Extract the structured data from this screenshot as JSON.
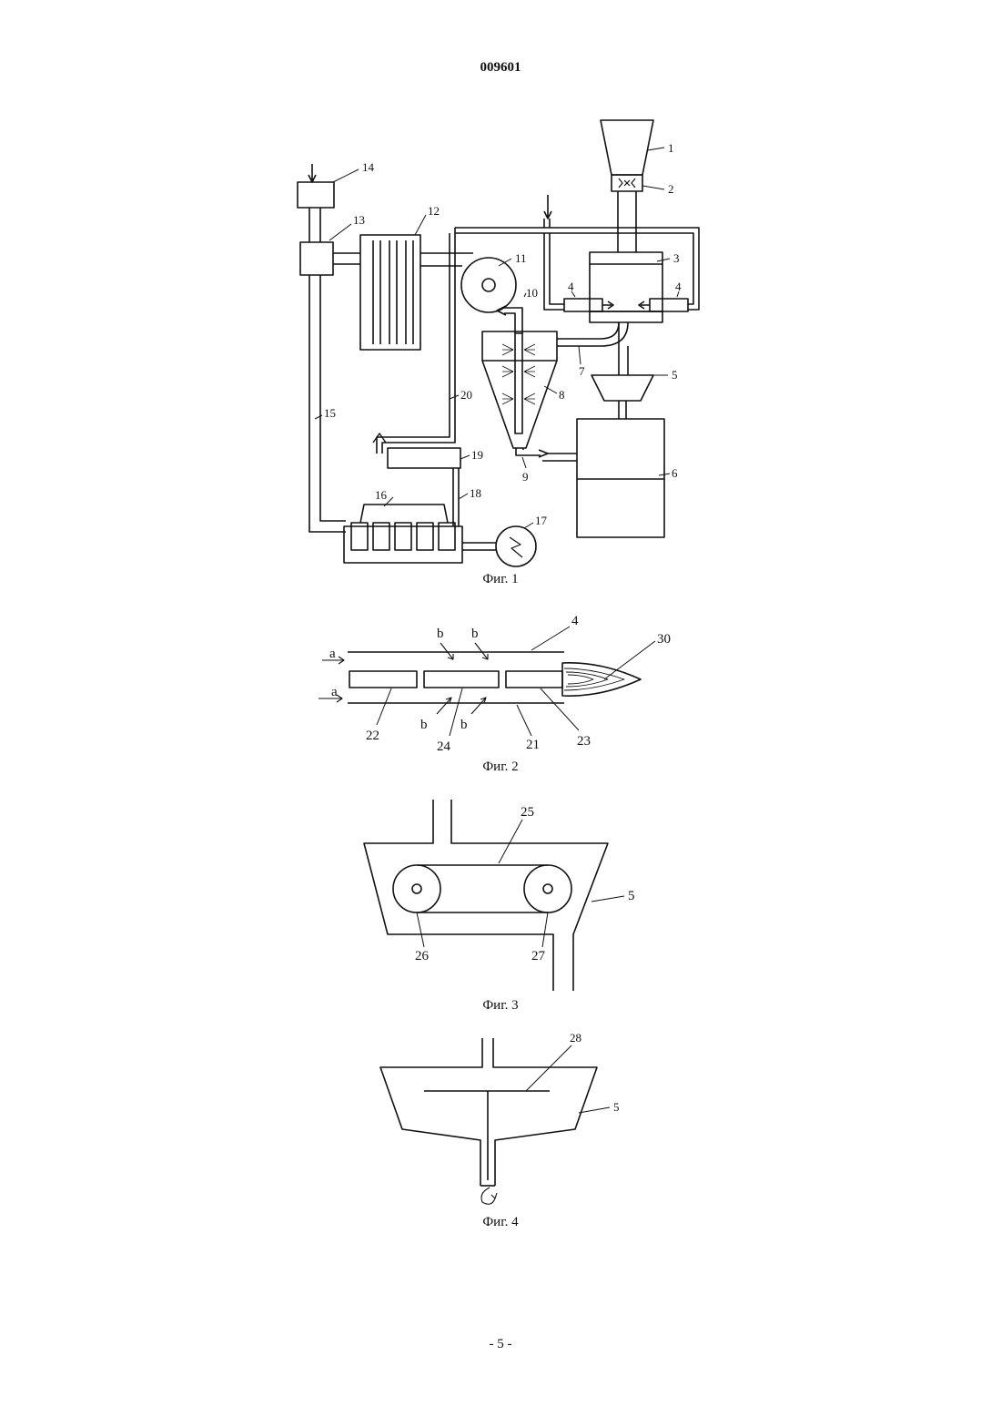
{
  "document_number": "009601",
  "page_number": "- 5 -",
  "figures": [
    {
      "caption": "Фиг. 1",
      "labels": [
        "1",
        "2",
        "3",
        "4",
        "4",
        "5",
        "6",
        "7",
        "8",
        "9",
        "10",
        "11",
        "12",
        "13",
        "14",
        "15",
        "16",
        "17",
        "18",
        "19",
        "20"
      ]
    },
    {
      "caption": "Фиг. 2",
      "labels": [
        "4",
        "30",
        "a",
        "a",
        "b",
        "b",
        "b",
        "b",
        "22",
        "24",
        "21",
        "23"
      ]
    },
    {
      "caption": "Фиг. 3",
      "labels": [
        "25",
        "5",
        "26",
        "27"
      ]
    },
    {
      "caption": "Фиг. 4",
      "labels": [
        "28",
        "5"
      ]
    }
  ]
}
